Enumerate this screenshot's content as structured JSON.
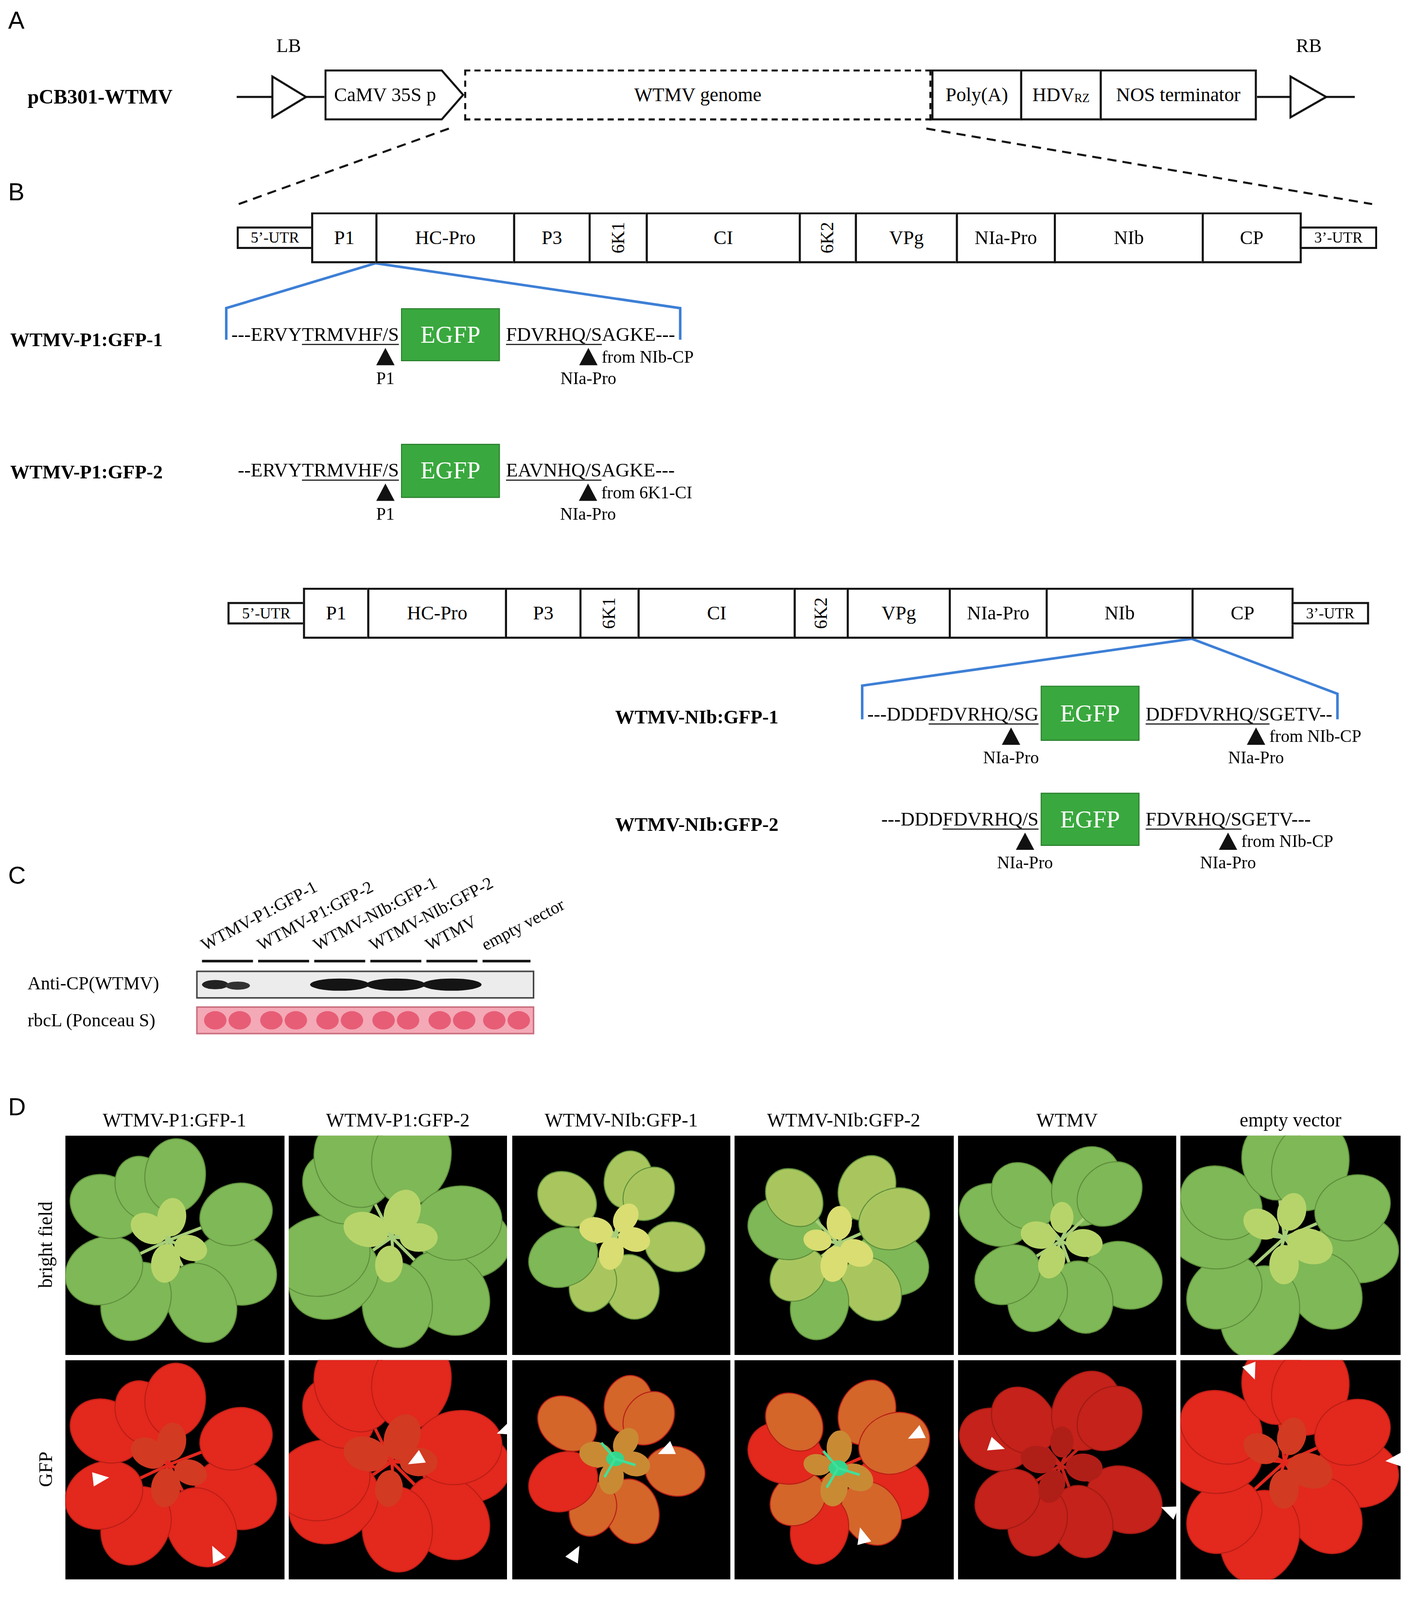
{
  "diagram": {
    "nodes": [
      {
        "text": [
          "CaMV 35S p"
        ]
      },
      {
        "text": [
          "WTMV genome"
        ]
      },
      {
        "text": [
          "Poly(A)"
        ]
      },
      {
        "text": [
          "HDV",
          "RZ"
        ]
      },
      {
        "text": [
          "NOS terminator"
        ]
      },
      {
        "text": [
          "5’-UTR"
        ]
      },
      {
        "text": [
          "P1"
        ]
      },
      {
        "text": [
          "HC-Pro"
        ]
      },
      {
        "text": [
          "P3"
        ]
      },
      {
        "text": [
          "6K1"
        ]
      },
      {
        "text": [
          "CI"
        ]
      },
      {
        "text": [
          "6K2"
        ]
      },
      {
        "text": [
          "VPg"
        ]
      },
      {
        "text": [
          "NIa-Pro"
        ]
      },
      {
        "text": [
          "NIb"
        ]
      },
      {
        "text": [
          "CP"
        ]
      },
      {
        "text": [
          "3’-UTR"
        ]
      },
      {
        "text": [
          "EGFP"
        ]
      },
      {
        "text": [
          "EGFP"
        ]
      },
      {
        "text": [
          "5’-UTR"
        ]
      },
      {
        "text": [
          "P1"
        ]
      },
      {
        "text": [
          "HC-Pro"
        ]
      },
      {
        "text": [
          "P3"
        ]
      },
      {
        "text": [
          "6K1"
        ]
      },
      {
        "text": [
          "CI"
        ]
      },
      {
        "text": [
          "6K2"
        ]
      },
      {
        "text": [
          "VPg"
        ]
      },
      {
        "text": [
          "NIa-Pro"
        ]
      },
      {
        "text": [
          "NIb"
        ]
      },
      {
        "text": [
          "CP"
        ]
      },
      {
        "text": [
          "3’-UTR"
        ]
      },
      {
        "text": [
          "EGFP"
        ]
      },
      {
        "text": [
          "EGFP"
        ]
      }
    ],
    "labels": [
      "A",
      "LB",
      "RB",
      "pCB301-WTMV",
      "B",
      "WTMV-P1:GFP-1",
      "---ERVY",
      "TRMVHF/S",
      "FDVRHQ/S",
      "AGKE---",
      "from NIb-CP",
      "P1",
      "NIa-Pro",
      "WTMV-P1:GFP-2",
      "--ERVY",
      "TRMVHF/S",
      "EAVNHQ/S",
      "AGKE---",
      "from 6K1-CI",
      "P1",
      "NIa-Pro",
      "WTMV-NIb:GFP-1",
      "---DDD",
      "FDVRHQ/SG",
      "DDFDVRHQ/S",
      "GETV--",
      "from NIb-CP",
      "NIa-Pro",
      "NIa-Pro",
      "WTMV-NIb:GFP-2",
      "---DDD",
      "FDVRHQ/S",
      "FDVRHQ/S",
      "GETV---",
      "from NIb-CP",
      "NIa-Pro",
      "NIa-Pro",
      "C",
      "WTMV-P1:GFP-1",
      "WTMV-P1:GFP-2",
      "WTMV-NIb:GFP-1",
      "WTMV-NIb:GFP-2",
      "WTMV",
      "empty vector",
      "Anti-CP(WTMV)",
      "rbcL (Ponceau S)",
      "D",
      "WTMV-P1:GFP-1",
      "WTMV-P1:GFP-2",
      "WTMV-NIb:GFP-1",
      "WTMV-NIb:GFP-2",
      "WTMV",
      "empty vector",
      "bright field",
      "GFP"
    ]
  }
}
